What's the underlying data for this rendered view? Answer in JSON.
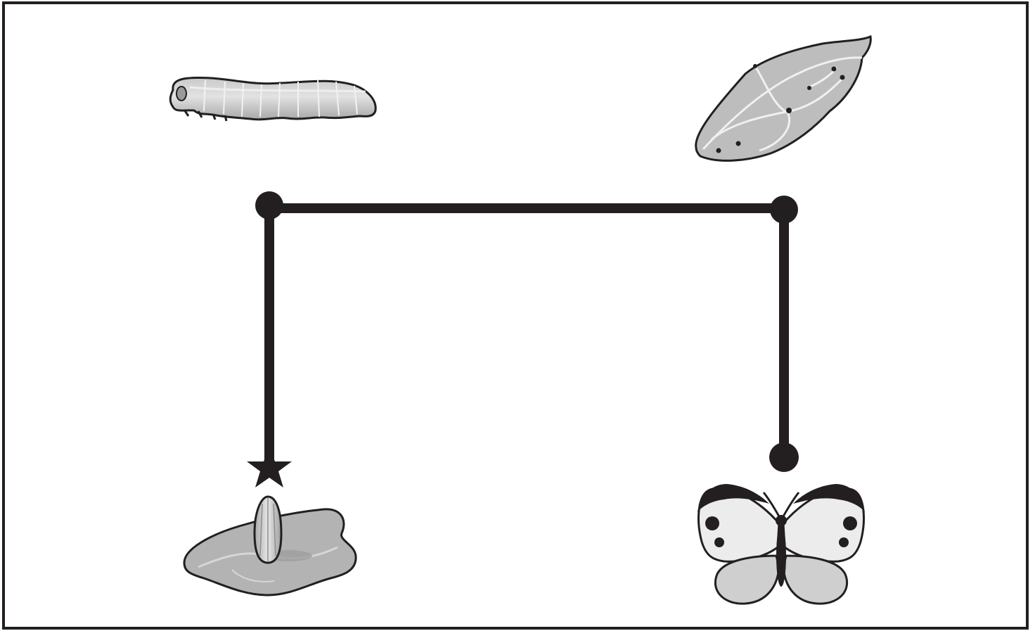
{
  "diagram": {
    "type": "life-cycle-path",
    "colors": {
      "ink": "#231f20",
      "fill_light": "#d4d4d4",
      "fill_mid": "#b8b8b8",
      "fill_dark": "#9a9a9a",
      "background": "#ffffff"
    },
    "stages": [
      {
        "id": "larva",
        "icon": "caterpillar-icon"
      },
      {
        "id": "pupa",
        "icon": "chrysalis-icon"
      },
      {
        "id": "egg",
        "icon": "egg-on-leaf-icon"
      },
      {
        "id": "adult",
        "icon": "butterfly-icon"
      }
    ],
    "path": {
      "start_marker": "star",
      "end_marker": "dot",
      "order": [
        "egg",
        "larva",
        "pupa",
        "adult"
      ]
    }
  }
}
